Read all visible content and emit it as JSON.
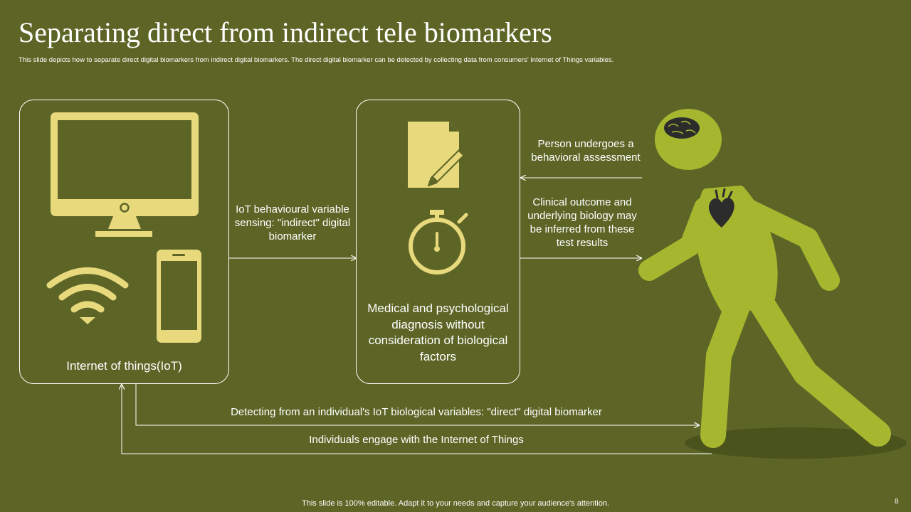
{
  "title": "Separating direct from indirect tele biomarkers",
  "subtitle": "This slide depicts how to separate direct digital biomarkers from indirect digital biomarkers. The direct digital biomarker can be detected by collecting data from consumers’ Internet of Things variables.",
  "iot_box": {
    "label": "Internet of things(IoT)"
  },
  "diagnosis_box": {
    "label": "Medical and psychological diagnosis without consideration of biological factors"
  },
  "arrow_labels": {
    "indirect": "IoT behavioural variable sensing: \"indirect\" digital biomarker",
    "assessment": "Person undergoes a behavioral assessment",
    "outcome": "Clinical outcome and underlying biology may be inferred from these test results",
    "direct": "Detecting from an individual's IoT biological variables: \"direct\" digital biomarker",
    "engage": "Individuals engage with the Internet of Things"
  },
  "icons": [
    "monitor-icon",
    "wifi-icon",
    "smartphone-icon",
    "document-pencil-icon",
    "stopwatch-icon",
    "brain-icon",
    "heart-icon",
    "walking-person-icon"
  ],
  "colors": {
    "background": "#5d6526",
    "icon_yellow": "#e8d97d",
    "figure_green": "#a6b72f",
    "shadow": "#4b531c",
    "organ": "#2c2c2c"
  },
  "footer": "This slide is 100% editable. Adapt it to your needs and capture your audience's attention.",
  "page_number": "8"
}
